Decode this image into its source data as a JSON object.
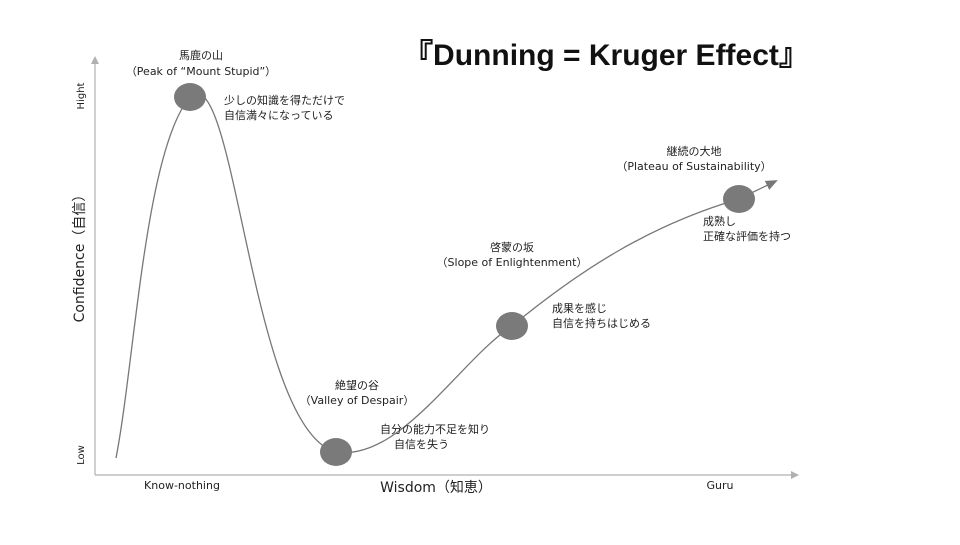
{
  "title": "『Dunning = Kruger Effect』",
  "axes": {
    "x_label": "Wisdom（知恵）",
    "y_label": "Confidence（自信）",
    "x_ticks": {
      "start": "Know-nothing",
      "end": "Guru"
    },
    "y_ticks": {
      "low": "Low",
      "high": "Hight"
    }
  },
  "stages": {
    "peak": {
      "name_jp": "馬鹿の山",
      "name_en": "（Peak of “Mount Stupid”）",
      "note_line1": "少しの知識を得ただけで",
      "note_line2": "自信満々になっている"
    },
    "valley": {
      "name_jp": "絶望の谷",
      "name_en": "（Valley of Despair）",
      "note_line1": "自分の能力不足を知り",
      "note_line2": "自信を失う"
    },
    "slope": {
      "name_jp": "啓蒙の坂",
      "name_en": "（Slope of Enlightenment）",
      "note_line1": "成果を感じ",
      "note_line2": "自信を持ちはじめる"
    },
    "plateau": {
      "name_jp": "継続の大地",
      "name_en": "（Plateau of Sustainability）",
      "note_line1": "成熟し",
      "note_line2": "正確な評価を持つ"
    }
  },
  "colors": {
    "marker": "#7a7a7a",
    "curve": "#777777",
    "axis": "#b0b0b0"
  }
}
